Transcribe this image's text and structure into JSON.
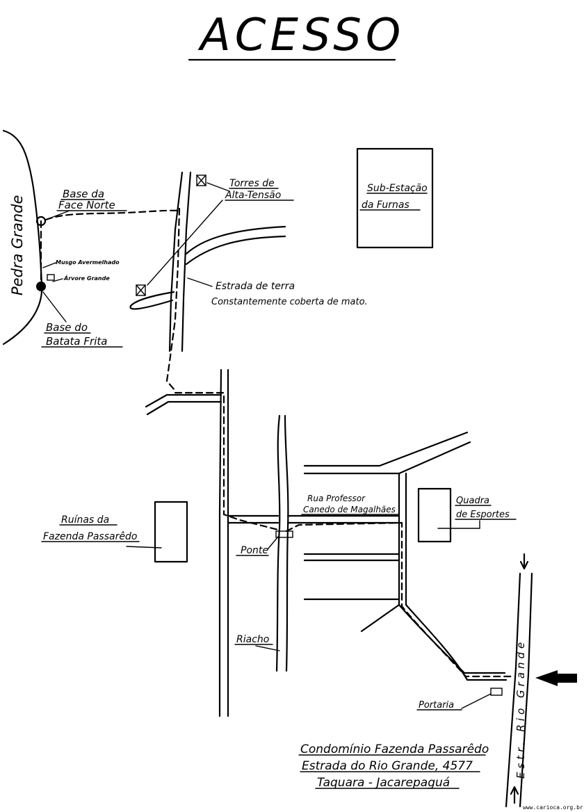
{
  "title": "ACESSO",
  "labels": {
    "pedra_grande": "Pedra Grande",
    "base_face_norte_1": "Base da",
    "base_face_norte_2": "Face Norte",
    "musgo": "Musgo Avermelhado",
    "arvore": "Árvore Grande",
    "base_batata_1": "Base do",
    "base_batata_2": "Batata Frita",
    "torres_1": "Torres de",
    "torres_2": "Alta-Tensão",
    "subestacao_1": "Sub-Estação",
    "subestacao_2": "da Furnas",
    "estrada_terra_1": "Estrada de terra",
    "estrada_terra_2": "Constantemente coberta de mato.",
    "ruinas_1": "Ruínas da",
    "ruinas_2": "Fazenda Passarêdo",
    "rua_1": "Rua Professor",
    "rua_2": "Canedo de Magalhães",
    "quadra_1": "Quadra",
    "quadra_2": "de Esportes",
    "ponte": "Ponte",
    "riacho": "Riacho",
    "portaria": "Portaria",
    "estr_rio_grande": "Estr. Rio Grande"
  },
  "address": {
    "line1": "Condomínio Fazenda Passarêdo",
    "line2": "Estrada do Rio Grande, 4577",
    "line3": "Taquara - Jacarepaguá"
  },
  "watermark": "www.carioca.org.br",
  "colors": {
    "ink": "#000000",
    "paper": "#ffffff"
  }
}
